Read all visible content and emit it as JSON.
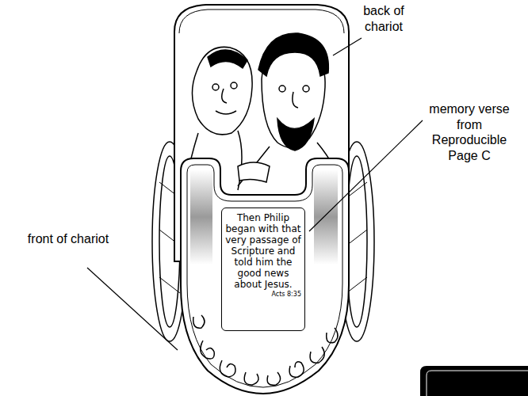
{
  "diagram": {
    "nodes": [
      {
        "text": [
          "Then Philip began with that very passage of Scripture and told him the good news about Jesus.",
          "Acts 8:35"
        ]
      }
    ],
    "labels": [
      "back of chariot",
      "memory verse from Reproducible Page C",
      "front of chariot"
    ]
  }
}
